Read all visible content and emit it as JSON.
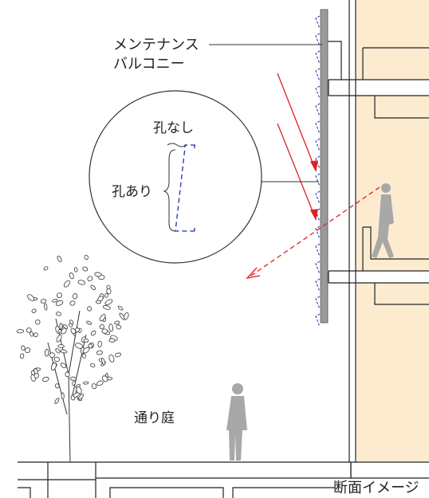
{
  "labels": {
    "balcony_line1": "メンテナンス",
    "balcony_line2": "バルコニー",
    "no_holes": "孔なし",
    "with_holes": "孔あり",
    "courtyard": "通り庭",
    "caption": "断面イメージ"
  },
  "colors": {
    "interior": "#fdebd0",
    "line": "#222222",
    "sun_ray": "#e02020",
    "sight_line": "#e02020",
    "louver_dashed": "#1a2fb0",
    "facade_grey": "#9a9a9a",
    "person": "#a8a8a8"
  },
  "icons": {
    "person_walking": "person-walking-icon",
    "person_phone": "person-phone-icon",
    "tree": "tree-icon"
  }
}
